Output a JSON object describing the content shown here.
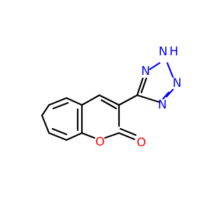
{
  "molecule": {
    "atoms": {
      "o_ring": "O",
      "o_carbonyl": "O",
      "n1": "N",
      "n2": "N",
      "n3": "N",
      "n4": "N",
      "h_n2": "H"
    },
    "colors": {
      "bond": "#000000",
      "oxygen": "#ff0000",
      "nitrogen": "#0000ff"
    }
  }
}
